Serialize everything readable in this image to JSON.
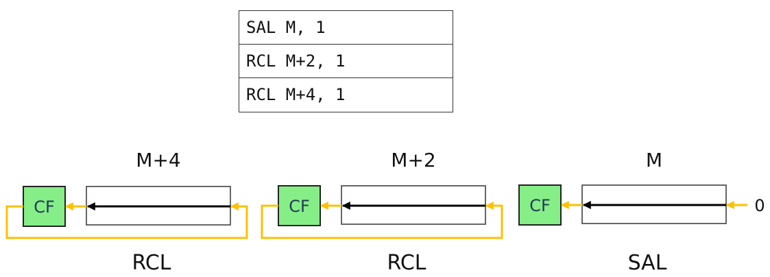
{
  "instructions": [
    {
      "text": "SAL M, 1"
    },
    {
      "text": "RCL M+2, 1"
    },
    {
      "text": "RCL M+4, 1"
    }
  ],
  "colors": {
    "cf_fill": "#86ee86",
    "cf_text": "#1f3a5a",
    "flow": "#ffc000",
    "register_border": "#333333",
    "shift_arrow": "#000000"
  },
  "groups": [
    {
      "register_label": "M+4",
      "operation": "RCL",
      "flag_label": "CF",
      "loop": true,
      "input_label": ""
    },
    {
      "register_label": "M+2",
      "operation": "RCL",
      "flag_label": "CF",
      "loop": true,
      "input_label": ""
    },
    {
      "register_label": "M",
      "operation": "SAL",
      "flag_label": "CF",
      "loop": false,
      "input_label": "0"
    }
  ]
}
